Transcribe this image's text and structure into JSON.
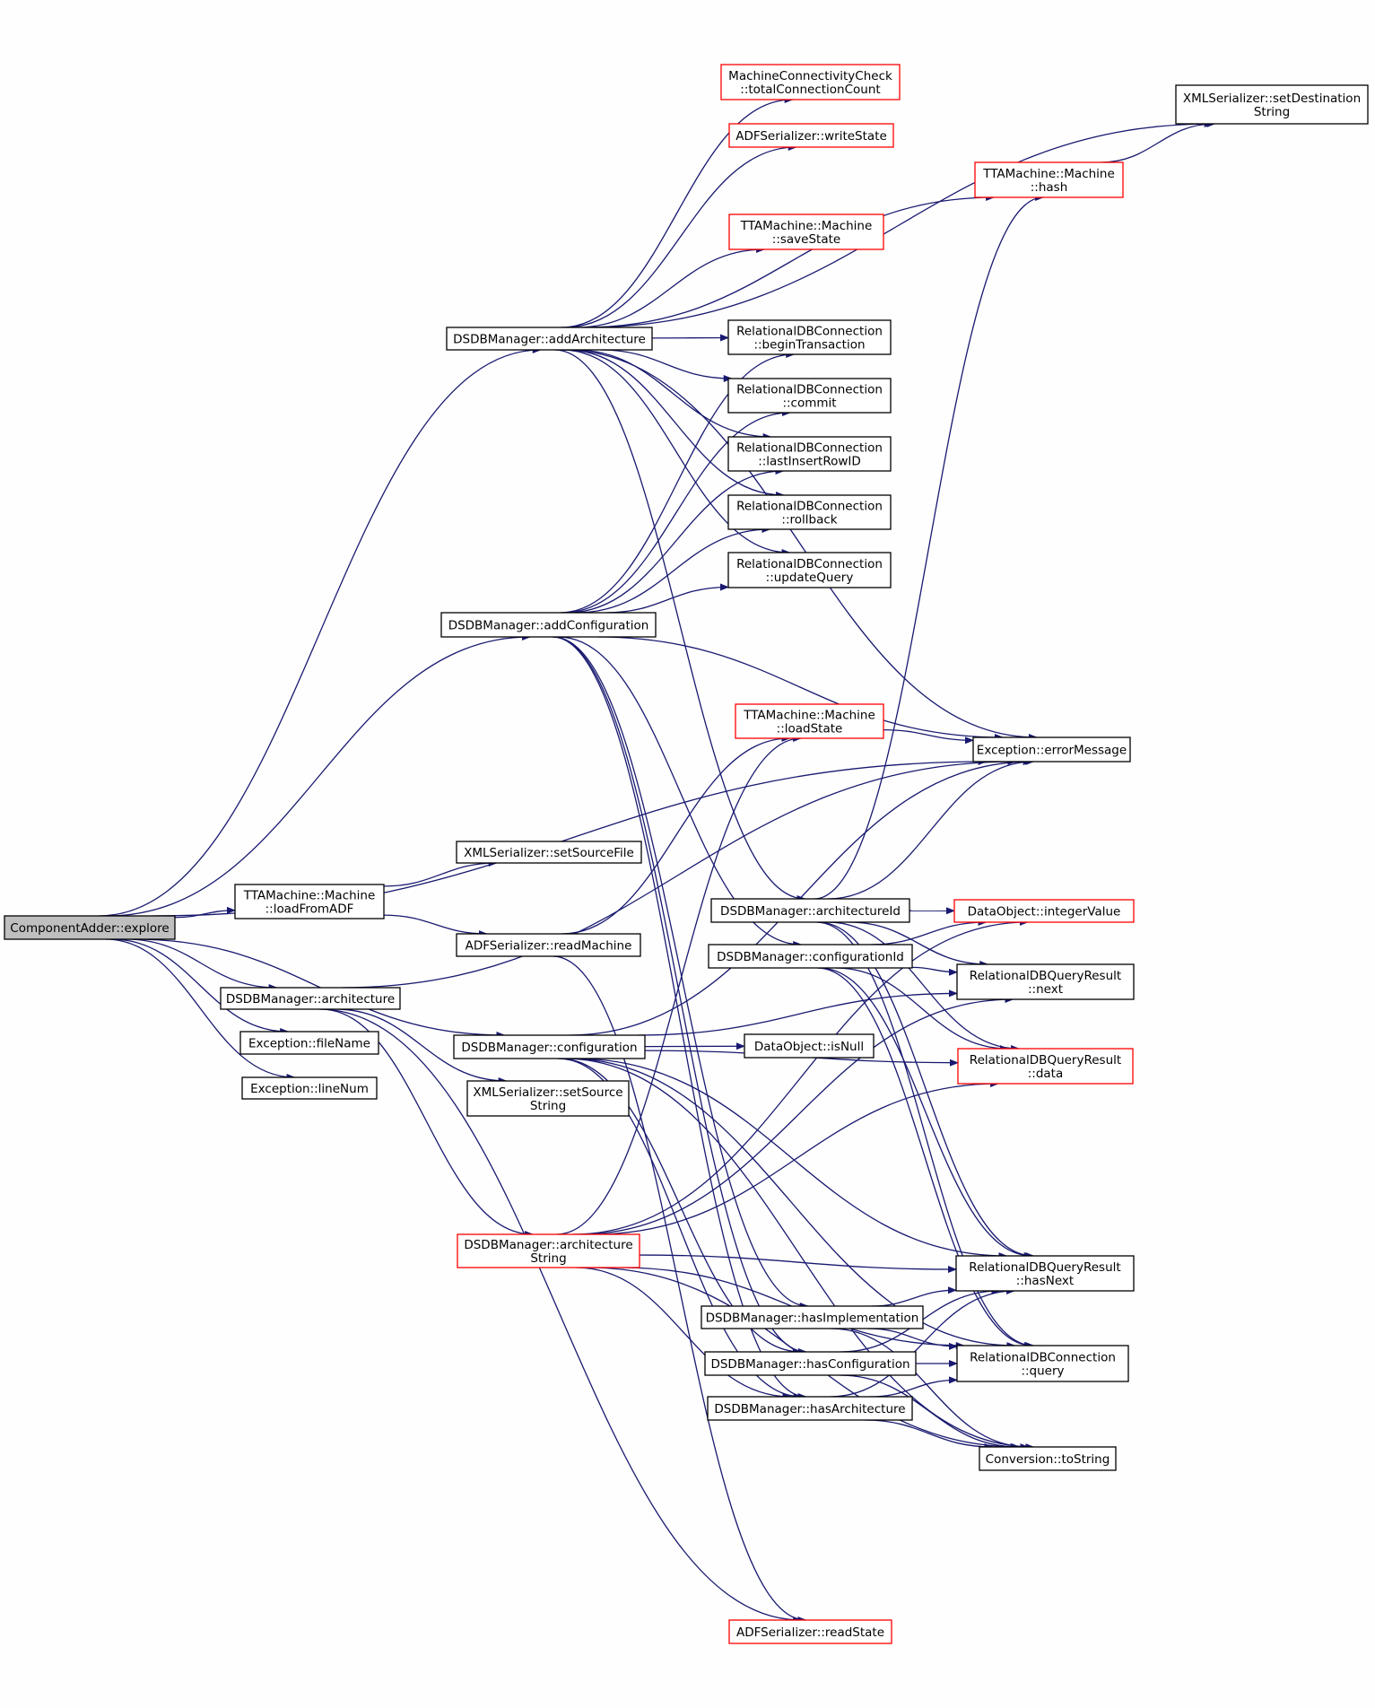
{
  "colors": {
    "edge": "#191970",
    "border_normal": "#000000",
    "border_truncated": "#ff0000",
    "root_fill": "#bfbfbf",
    "node_fill": "#ffffff",
    "background": "#fdfefd"
  },
  "nodes": [
    {
      "id": "root",
      "lines": [
        "ComponentAdder::explore"
      ],
      "style": "root"
    },
    {
      "id": "addArch",
      "lines": [
        "DSDBManager::addArchitecture"
      ],
      "style": "normal"
    },
    {
      "id": "addConf",
      "lines": [
        "DSDBManager::addConfiguration"
      ],
      "style": "normal"
    },
    {
      "id": "loadFromADF",
      "lines": [
        "TTAMachine::Machine",
        "::loadFromADF"
      ],
      "style": "normal"
    },
    {
      "id": "architecture",
      "lines": [
        "DSDBManager::architecture"
      ],
      "style": "normal"
    },
    {
      "id": "fileName",
      "lines": [
        "Exception::fileName"
      ],
      "style": "normal"
    },
    {
      "id": "lineNum",
      "lines": [
        "Exception::lineNum"
      ],
      "style": "normal"
    },
    {
      "id": "setSourceFile",
      "lines": [
        "XMLSerializer::setSourceFile"
      ],
      "style": "normal"
    },
    {
      "id": "readMachine",
      "lines": [
        "ADFSerializer::readMachine"
      ],
      "style": "normal"
    },
    {
      "id": "configuration",
      "lines": [
        "DSDBManager::configuration"
      ],
      "style": "normal"
    },
    {
      "id": "setSourceString",
      "lines": [
        "XMLSerializer::setSource",
        "String"
      ],
      "style": "normal"
    },
    {
      "id": "archString",
      "lines": [
        "DSDBManager::architecture",
        "String"
      ],
      "style": "truncated"
    },
    {
      "id": "mcc",
      "lines": [
        "MachineConnectivityCheck",
        "::totalConnectionCount"
      ],
      "style": "truncated"
    },
    {
      "id": "writeState",
      "lines": [
        "ADFSerializer::writeState"
      ],
      "style": "truncated"
    },
    {
      "id": "saveState",
      "lines": [
        "TTAMachine::Machine",
        "::saveState"
      ],
      "style": "truncated"
    },
    {
      "id": "beginTx",
      "lines": [
        "RelationalDBConnection",
        "::beginTransaction"
      ],
      "style": "normal"
    },
    {
      "id": "commit",
      "lines": [
        "RelationalDBConnection",
        "::commit"
      ],
      "style": "normal"
    },
    {
      "id": "lastInsert",
      "lines": [
        "RelationalDBConnection",
        "::lastInsertRowID"
      ],
      "style": "normal"
    },
    {
      "id": "rollback",
      "lines": [
        "RelationalDBConnection",
        "::rollback"
      ],
      "style": "normal"
    },
    {
      "id": "updateQuery",
      "lines": [
        "RelationalDBConnection",
        "::updateQuery"
      ],
      "style": "normal"
    },
    {
      "id": "loadState",
      "lines": [
        "TTAMachine::Machine",
        "::loadState"
      ],
      "style": "truncated"
    },
    {
      "id": "archId",
      "lines": [
        "DSDBManager::architectureId"
      ],
      "style": "normal"
    },
    {
      "id": "confId",
      "lines": [
        "DSDBManager::configurationId"
      ],
      "style": "normal"
    },
    {
      "id": "isNull",
      "lines": [
        "DataObject::isNull"
      ],
      "style": "normal"
    },
    {
      "id": "hasImpl",
      "lines": [
        "DSDBManager::hasImplementation"
      ],
      "style": "normal"
    },
    {
      "id": "hasConf",
      "lines": [
        "DSDBManager::hasConfiguration"
      ],
      "style": "normal"
    },
    {
      "id": "hasArch",
      "lines": [
        "DSDBManager::hasArchitecture"
      ],
      "style": "normal"
    },
    {
      "id": "readState",
      "lines": [
        "ADFSerializer::readState"
      ],
      "style": "truncated"
    },
    {
      "id": "setDest",
      "lines": [
        "XMLSerializer::setDestination",
        "String"
      ],
      "style": "normal"
    },
    {
      "id": "hash",
      "lines": [
        "TTAMachine::Machine",
        "::hash"
      ],
      "style": "truncated"
    },
    {
      "id": "errorMessage",
      "lines": [
        "Exception::errorMessage"
      ],
      "style": "normal"
    },
    {
      "id": "integerValue",
      "lines": [
        "DataObject::integerValue"
      ],
      "style": "truncated"
    },
    {
      "id": "next",
      "lines": [
        "RelationalDBQueryResult",
        "::next"
      ],
      "style": "normal"
    },
    {
      "id": "data",
      "lines": [
        "RelationalDBQueryResult",
        "::data"
      ],
      "style": "truncated"
    },
    {
      "id": "hasNext",
      "lines": [
        "RelationalDBQueryResult",
        "::hasNext"
      ],
      "style": "normal"
    },
    {
      "id": "query",
      "lines": [
        "RelationalDBConnection",
        "::query"
      ],
      "style": "normal"
    },
    {
      "id": "toString",
      "lines": [
        "Conversion::toString"
      ],
      "style": "normal"
    }
  ],
  "edges": [
    [
      "root",
      "addArch"
    ],
    [
      "root",
      "addConf"
    ],
    [
      "root",
      "errorMessage"
    ],
    [
      "root",
      "loadFromADF"
    ],
    [
      "root",
      "architecture"
    ],
    [
      "root",
      "configuration"
    ],
    [
      "root",
      "fileName"
    ],
    [
      "root",
      "lineNum"
    ],
    [
      "addArch",
      "setDest"
    ],
    [
      "addArch",
      "mcc"
    ],
    [
      "addArch",
      "writeState"
    ],
    [
      "addArch",
      "hash"
    ],
    [
      "addArch",
      "saveState"
    ],
    [
      "addArch",
      "errorMessage"
    ],
    [
      "addArch",
      "beginTx"
    ],
    [
      "addArch",
      "commit"
    ],
    [
      "addArch",
      "lastInsert"
    ],
    [
      "addArch",
      "rollback"
    ],
    [
      "addArch",
      "updateQuery"
    ],
    [
      "addArch",
      "archId"
    ],
    [
      "hash",
      "setDest"
    ],
    [
      "addConf",
      "beginTx"
    ],
    [
      "addConf",
      "commit"
    ],
    [
      "addConf",
      "lastInsert"
    ],
    [
      "addConf",
      "rollback"
    ],
    [
      "addConf",
      "updateQuery"
    ],
    [
      "addConf",
      "errorMessage"
    ],
    [
      "addConf",
      "confId"
    ],
    [
      "addConf",
      "hasImpl"
    ],
    [
      "addConf",
      "hasConf"
    ],
    [
      "addConf",
      "hasArch"
    ],
    [
      "loadFromADF",
      "setSourceFile"
    ],
    [
      "loadFromADF",
      "readMachine"
    ],
    [
      "readMachine",
      "loadState"
    ],
    [
      "readMachine",
      "readState"
    ],
    [
      "loadState",
      "errorMessage"
    ],
    [
      "architecture",
      "setSourceString"
    ],
    [
      "architecture",
      "archString"
    ],
    [
      "architecture",
      "readState"
    ],
    [
      "architecture",
      "errorMessage"
    ],
    [
      "configuration",
      "isNull"
    ],
    [
      "configuration",
      "data"
    ],
    [
      "configuration",
      "next"
    ],
    [
      "configuration",
      "hasNext"
    ],
    [
      "configuration",
      "errorMessage"
    ],
    [
      "configuration",
      "query"
    ],
    [
      "configuration",
      "toString"
    ],
    [
      "configuration",
      "hasArch"
    ],
    [
      "configuration",
      "hasConf"
    ],
    [
      "archString",
      "loadState"
    ],
    [
      "archString",
      "integerValue"
    ],
    [
      "archString",
      "next"
    ],
    [
      "archString",
      "data"
    ],
    [
      "archString",
      "hasNext"
    ],
    [
      "archString",
      "hasArch"
    ],
    [
      "archString",
      "query"
    ],
    [
      "archString",
      "toString"
    ],
    [
      "archId",
      "hash"
    ],
    [
      "archId",
      "errorMessage"
    ],
    [
      "archId",
      "integerValue"
    ],
    [
      "archId",
      "next"
    ],
    [
      "archId",
      "data"
    ],
    [
      "archId",
      "hasNext"
    ],
    [
      "archId",
      "query"
    ],
    [
      "confId",
      "integerValue"
    ],
    [
      "confId",
      "next"
    ],
    [
      "confId",
      "data"
    ],
    [
      "confId",
      "hasNext"
    ],
    [
      "confId",
      "query"
    ],
    [
      "hasImpl",
      "hasNext"
    ],
    [
      "hasImpl",
      "query"
    ],
    [
      "hasImpl",
      "toString"
    ],
    [
      "hasConf",
      "hasNext"
    ],
    [
      "hasConf",
      "query"
    ],
    [
      "hasConf",
      "toString"
    ],
    [
      "hasArch",
      "hasNext"
    ],
    [
      "hasArch",
      "query"
    ],
    [
      "hasArch",
      "toString"
    ]
  ]
}
